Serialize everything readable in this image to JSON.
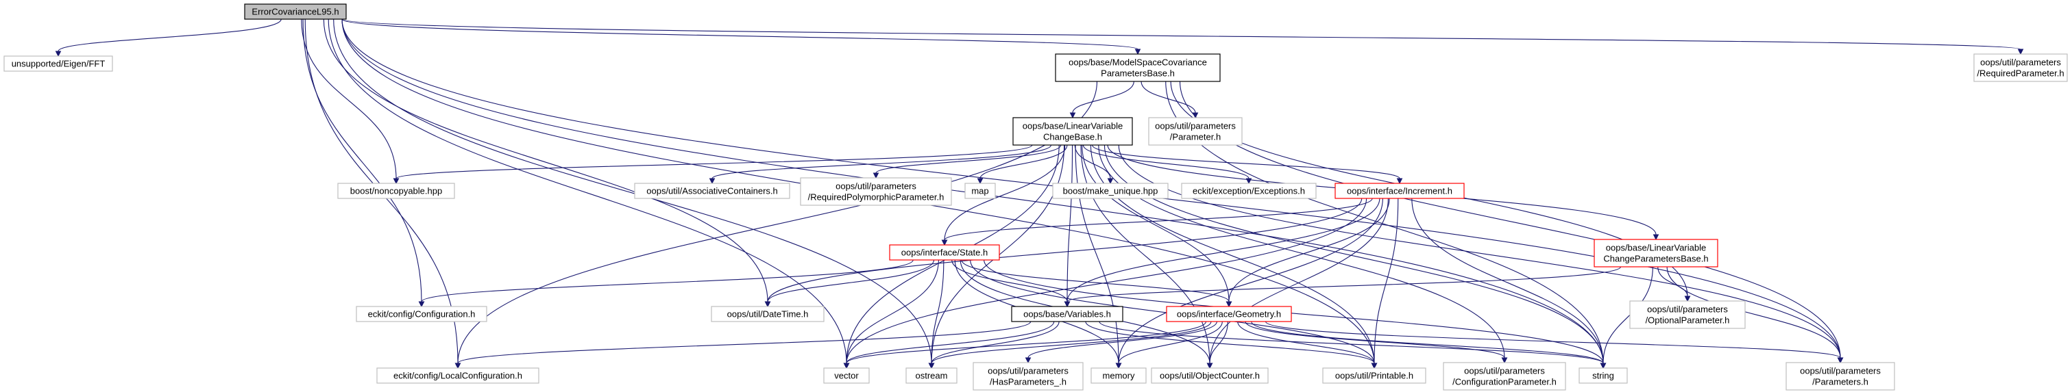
{
  "colors": {
    "edge": "#191970",
    "root_fill": "#bfbfbf",
    "highlight_border": "#000000",
    "red_border": "#ff0000",
    "plain_border": "#bfbfbf"
  },
  "nodes": {
    "root": [
      "ErrorCovarianceL95.h"
    ],
    "fft": [
      "unsupported/Eigen/FFT"
    ],
    "mscpb": [
      "oops/base/ModelSpaceCovariance",
      "ParametersBase.h"
    ],
    "reqparam": [
      "oops/util/parameters",
      "/RequiredParameter.h"
    ],
    "lvcb": [
      "oops/base/LinearVariable",
      "ChangeBase.h"
    ],
    "param": [
      "oops/util/parameters",
      "/Parameter.h"
    ],
    "noncopy": [
      "boost/noncopyable.hpp"
    ],
    "assoc": [
      "oops/util/AssociativeContainers.h"
    ],
    "reqpoly": [
      "oops/util/parameters",
      "/RequiredPolymorphicParameter.h"
    ],
    "map": [
      "map"
    ],
    "makeuniq": [
      "boost/make_unique.hpp"
    ],
    "exceptions": [
      "eckit/exception/Exceptions.h"
    ],
    "increment": [
      "oops/interface/Increment.h"
    ],
    "state": [
      "oops/interface/State.h"
    ],
    "lvcpb": [
      "oops/base/LinearVariable",
      "ChangeParametersBase.h"
    ],
    "config": [
      "eckit/config/Configuration.h"
    ],
    "datetime": [
      "oops/util/DateTime.h"
    ],
    "variables": [
      "oops/base/Variables.h"
    ],
    "geometry": [
      "oops/interface/Geometry.h"
    ],
    "optparam": [
      "oops/util/parameters",
      "/OptionalParameter.h"
    ],
    "localconfig": [
      "eckit/config/LocalConfiguration.h"
    ],
    "vector": [
      "vector"
    ],
    "ostream": [
      "ostream"
    ],
    "hasparams": [
      "oops/util/parameters",
      "/HasParameters_.h"
    ],
    "memory": [
      "memory"
    ],
    "objcounter": [
      "oops/util/ObjectCounter.h"
    ],
    "printable": [
      "oops/util/Printable.h"
    ],
    "configparam": [
      "oops/util/parameters",
      "/ConfigurationParameter.h"
    ],
    "string": [
      "string"
    ],
    "params": [
      "oops/util/parameters",
      "/Parameters.h"
    ]
  },
  "edges": [
    [
      "root",
      "fft"
    ],
    [
      "root",
      "mscpb"
    ],
    [
      "root",
      "reqparam"
    ],
    [
      "root",
      "noncopy"
    ],
    [
      "root",
      "config"
    ],
    [
      "root",
      "datetime"
    ],
    [
      "root",
      "localconfig"
    ],
    [
      "root",
      "vector"
    ],
    [
      "root",
      "ostream"
    ],
    [
      "root",
      "printable"
    ],
    [
      "root",
      "string"
    ],
    [
      "root",
      "params"
    ],
    [
      "mscpb",
      "lvcb"
    ],
    [
      "mscpb",
      "param"
    ],
    [
      "mscpb",
      "localconfig"
    ],
    [
      "mscpb",
      "optparam"
    ],
    [
      "mscpb",
      "params"
    ],
    [
      "mscpb",
      "string"
    ],
    [
      "lvcb",
      "noncopy"
    ],
    [
      "lvcb",
      "assoc"
    ],
    [
      "lvcb",
      "reqpoly"
    ],
    [
      "lvcb",
      "map"
    ],
    [
      "lvcb",
      "makeuniq"
    ],
    [
      "lvcb",
      "exceptions"
    ],
    [
      "lvcb",
      "increment"
    ],
    [
      "lvcb",
      "state"
    ],
    [
      "lvcb",
      "lvcpb"
    ],
    [
      "lvcb",
      "variables"
    ],
    [
      "lvcb",
      "geometry"
    ],
    [
      "lvcb",
      "vector"
    ],
    [
      "lvcb",
      "ostream"
    ],
    [
      "lvcb",
      "memory"
    ],
    [
      "lvcb",
      "objcounter"
    ],
    [
      "lvcb",
      "printable"
    ],
    [
      "lvcb",
      "configparam"
    ],
    [
      "lvcb",
      "string"
    ],
    [
      "lvcb",
      "params"
    ],
    [
      "increment",
      "state"
    ],
    [
      "increment",
      "datetime"
    ],
    [
      "increment",
      "variables"
    ],
    [
      "increment",
      "geometry"
    ],
    [
      "increment",
      "vector"
    ],
    [
      "increment",
      "memory"
    ],
    [
      "increment",
      "objcounter"
    ],
    [
      "increment",
      "printable"
    ],
    [
      "increment",
      "string"
    ],
    [
      "state",
      "config"
    ],
    [
      "state",
      "datetime"
    ],
    [
      "state",
      "variables"
    ],
    [
      "state",
      "geometry"
    ],
    [
      "state",
      "vector"
    ],
    [
      "state",
      "ostream"
    ],
    [
      "state",
      "memory"
    ],
    [
      "state",
      "objcounter"
    ],
    [
      "state",
      "printable"
    ],
    [
      "state",
      "string"
    ],
    [
      "lvcpb",
      "variables"
    ],
    [
      "lvcpb",
      "optparam"
    ],
    [
      "lvcpb",
      "string"
    ],
    [
      "lvcpb",
      "params"
    ],
    [
      "variables",
      "localconfig"
    ],
    [
      "variables",
      "vector"
    ],
    [
      "variables",
      "ostream"
    ],
    [
      "variables",
      "printable"
    ],
    [
      "variables",
      "string"
    ],
    [
      "geometry",
      "vector"
    ],
    [
      "geometry",
      "ostream"
    ],
    [
      "geometry",
      "hasparams"
    ],
    [
      "geometry",
      "memory"
    ],
    [
      "geometry",
      "objcounter"
    ],
    [
      "geometry",
      "printable"
    ],
    [
      "geometry",
      "configparam"
    ],
    [
      "geometry",
      "string"
    ],
    [
      "geometry",
      "params"
    ]
  ]
}
